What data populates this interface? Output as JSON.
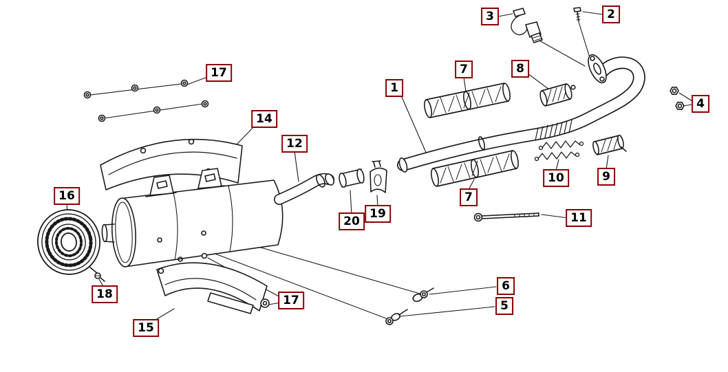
{
  "diagram": {
    "type": "exploded-parts-diagram",
    "colors": {
      "background": "#ffffff",
      "line": "#1a1a1a",
      "callout_border": "#8b0000",
      "callout_text": "#000000",
      "callout_background": "#ffffff"
    },
    "callouts": [
      "1",
      "2",
      "3",
      "4",
      "5",
      "6",
      "7",
      "7",
      "8",
      "9",
      "10",
      "11",
      "12",
      "14",
      "15",
      "16",
      "17",
      "17",
      "18",
      "19",
      "20"
    ]
  }
}
